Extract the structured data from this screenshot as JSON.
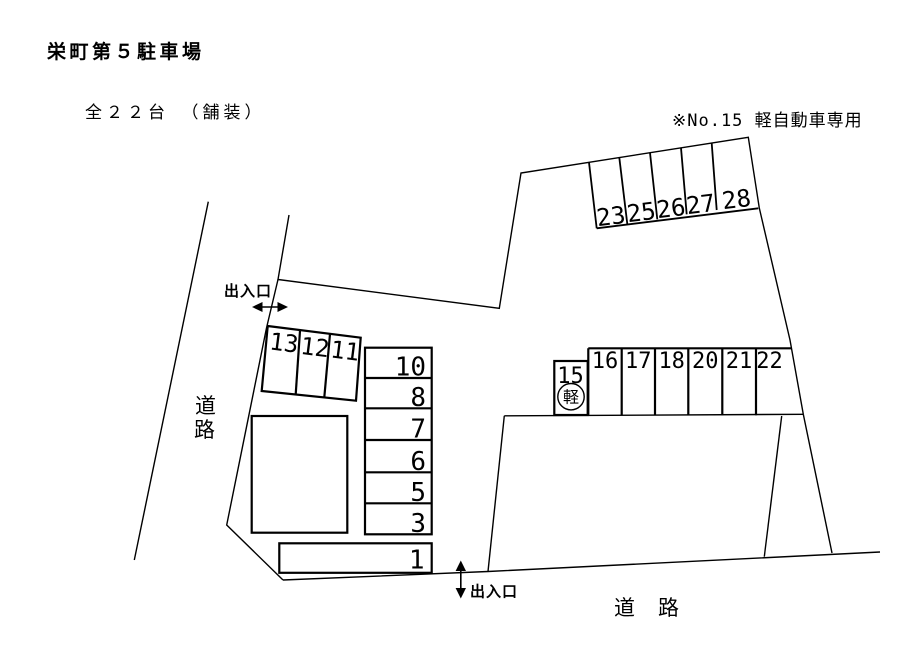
{
  "page": {
    "title": "栄町第５駐車場",
    "capacity_note": "全２２台　（舗装）",
    "special_note": "※No.15 軽自動車専用"
  },
  "labels": {
    "road_left_char1": "道",
    "road_left_char2": "路",
    "road_bottom": "道　路",
    "entrance_top": "出入口",
    "entrance_bottom": "出入口",
    "kei_badge": "軽"
  },
  "spaces": {
    "top_row": [
      "23",
      "25",
      "26",
      "27",
      "28"
    ],
    "slanted_block": [
      "13",
      "12",
      "11"
    ],
    "left_column": [
      "10",
      "8",
      "7",
      "6",
      "5",
      "3"
    ],
    "wide_space": "1",
    "kei_space": "15",
    "middle_row": [
      "16",
      "17",
      "18",
      "20",
      "21",
      "22"
    ]
  }
}
